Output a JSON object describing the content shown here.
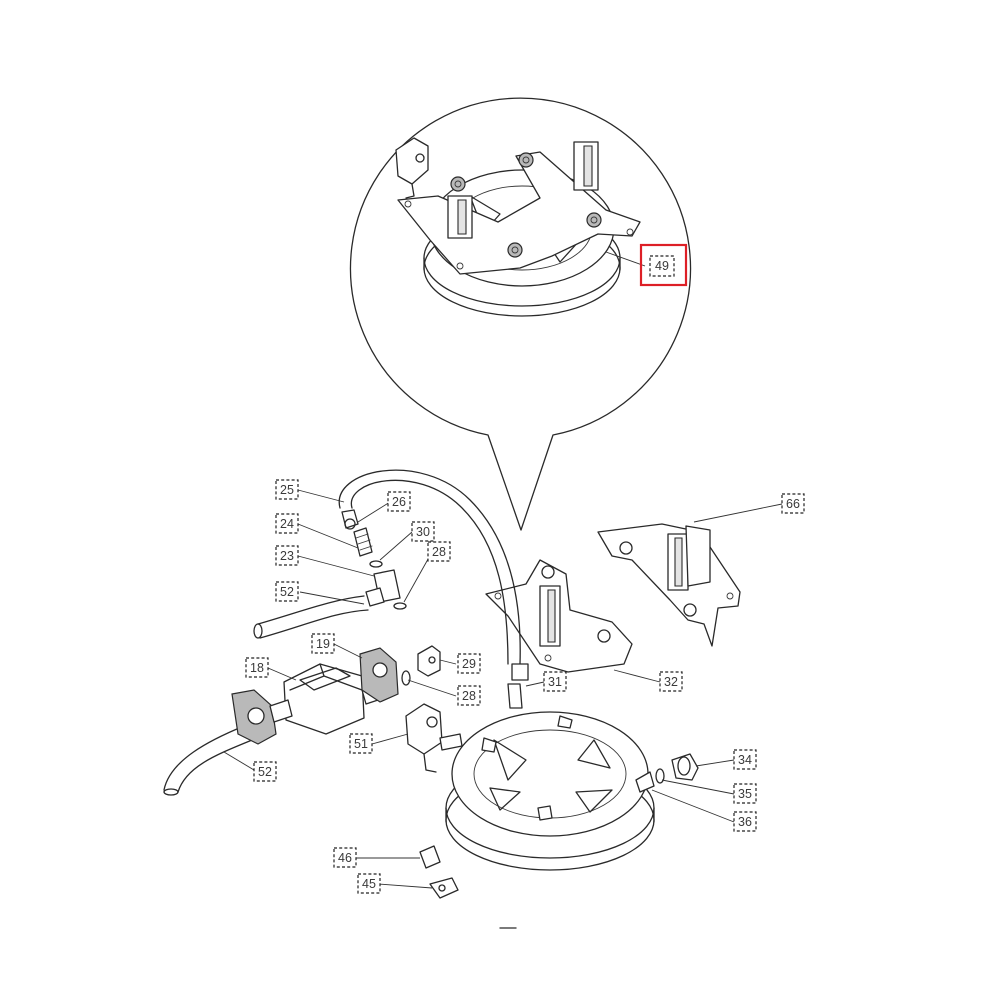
{
  "callouts": [
    {
      "id": "c49",
      "text": "49"
    },
    {
      "id": "c25",
      "text": "25"
    },
    {
      "id": "c26",
      "text": "26"
    },
    {
      "id": "c24",
      "text": "24"
    },
    {
      "id": "c30",
      "text": "30"
    },
    {
      "id": "c23",
      "text": "23"
    },
    {
      "id": "c28a",
      "text": "28"
    },
    {
      "id": "c52a",
      "text": "52"
    },
    {
      "id": "c19",
      "text": "19"
    },
    {
      "id": "c18",
      "text": "18"
    },
    {
      "id": "c29",
      "text": "29"
    },
    {
      "id": "c28b",
      "text": "28"
    },
    {
      "id": "c31",
      "text": "31"
    },
    {
      "id": "c32",
      "text": "32"
    },
    {
      "id": "c51",
      "text": "51"
    },
    {
      "id": "c52b",
      "text": "52"
    },
    {
      "id": "c34",
      "text": "34"
    },
    {
      "id": "c35",
      "text": "35"
    },
    {
      "id": "c36",
      "text": "36"
    },
    {
      "id": "c46",
      "text": "46"
    },
    {
      "id": "c45",
      "text": "45"
    },
    {
      "id": "c66",
      "text": "66"
    }
  ],
  "highlight": {
    "callout": "49",
    "color": "#dd1f26"
  }
}
